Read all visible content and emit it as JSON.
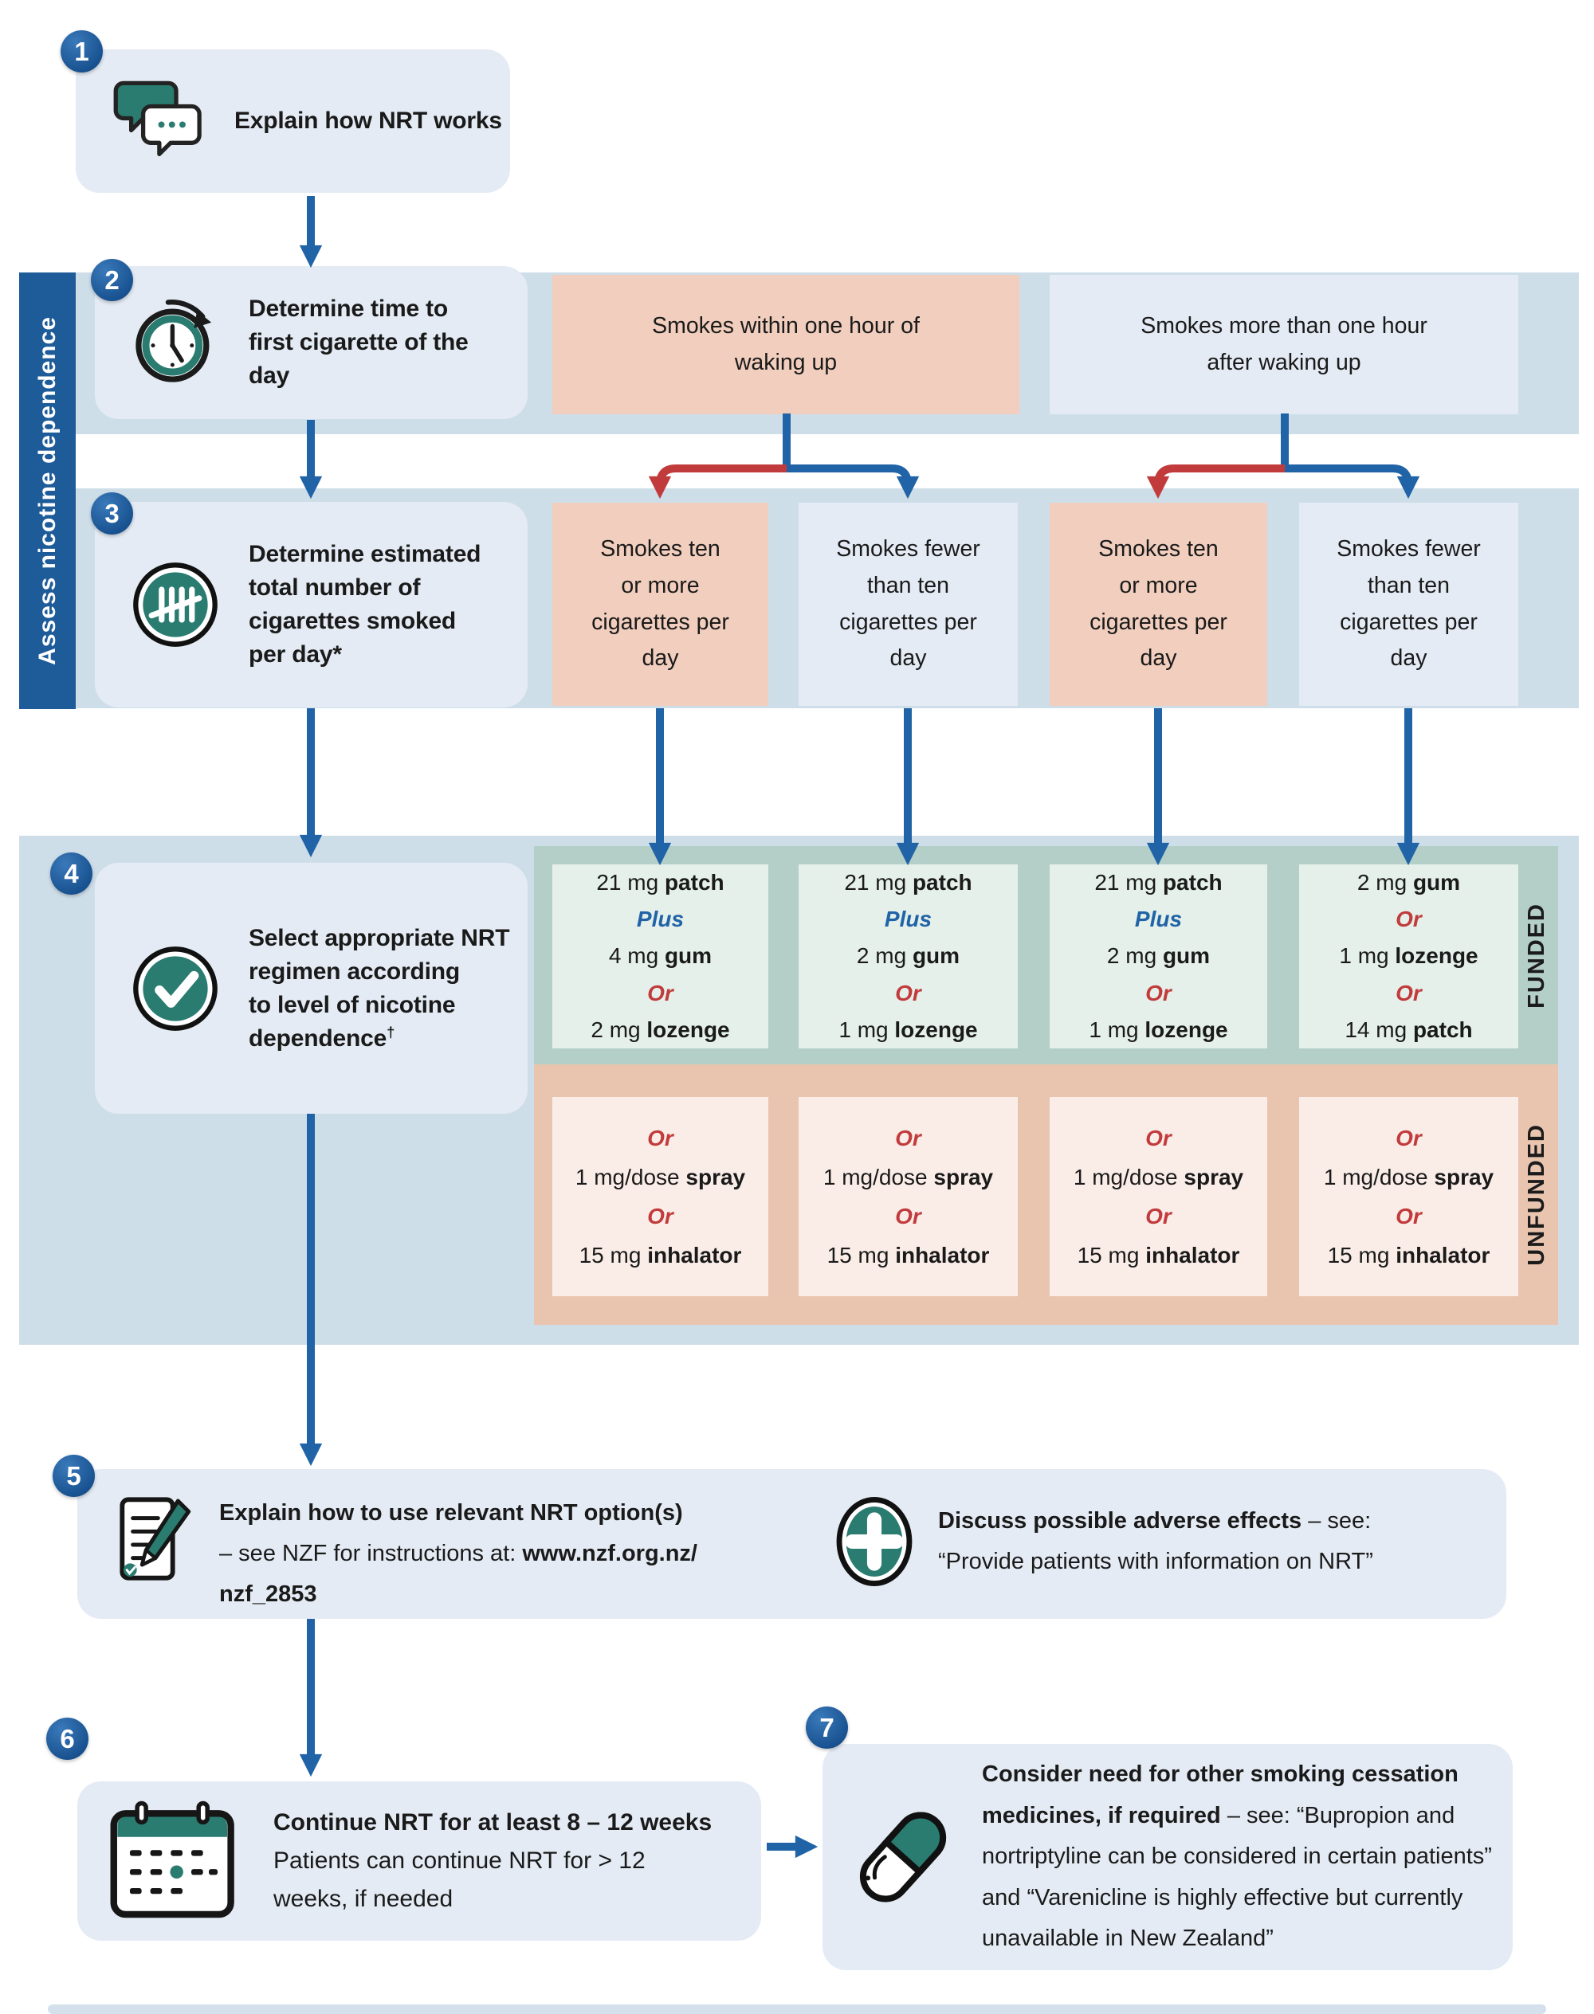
{
  "palette": {
    "blue": "#1E5C99",
    "arrow_blue": "#2063A6",
    "band_blue": "#CEDEE9",
    "box_blue": "#E4EBF4",
    "salmon": "#F1CEBD",
    "teal_band": "#B4CEC8",
    "funded_box": "#E5F0EB",
    "salmon_band": "#E9C5B0",
    "unfunded_box": "#FAEDE8",
    "red": "#C23B3C",
    "plus_blue": "#2063A6",
    "icon_teal": "#2A7C71"
  },
  "sidebar": {
    "label": "Assess nicotine dependence"
  },
  "badges": [
    "1",
    "2",
    "3",
    "4",
    "5",
    "6",
    "7"
  ],
  "step1": {
    "title": "Explain how NRT works"
  },
  "step2": {
    "title": "Determine time to\nfirst cigarette of the\nday"
  },
  "step3": {
    "title": "Determine estimated\ntotal number of\ncigarettes smoked\nper day*"
  },
  "step4": {
    "title": "Select appropriate NRT\nregimen according\nto level of nicotine\ndependence",
    "dagger": "†"
  },
  "branches": [
    {
      "text": "Smokes within one hour of\nwaking up"
    },
    {
      "text": "Smokes more than one hour\nafter waking up"
    }
  ],
  "levels": [
    {
      "text": "Smokes ten\nor more\ncigarettes per\nday"
    },
    {
      "text": "Smokes fewer\nthan ten\ncigarettes per\nday"
    },
    {
      "text": "Smokes ten\nor more\ncigarettes per\nday"
    },
    {
      "text": "Smokes fewer\nthan ten\ncigarettes per\nday"
    }
  ],
  "funded": {
    "label": "FUNDED",
    "columns": [
      {
        "lines": [
          [
            {
              "t": "21 mg ",
              "s": "n"
            },
            {
              "t": "patch",
              "s": "b"
            }
          ],
          [
            {
              "t": "Plus",
              "s": "plus"
            }
          ],
          [
            {
              "t": "4 mg ",
              "s": "n"
            },
            {
              "t": "gum",
              "s": "b"
            }
          ],
          [
            {
              "t": "Or",
              "s": "or"
            }
          ],
          [
            {
              "t": "2 mg ",
              "s": "n"
            },
            {
              "t": "lozenge",
              "s": "b"
            }
          ]
        ]
      },
      {
        "lines": [
          [
            {
              "t": "21 mg ",
              "s": "n"
            },
            {
              "t": "patch",
              "s": "b"
            }
          ],
          [
            {
              "t": "Plus",
              "s": "plus"
            }
          ],
          [
            {
              "t": "2 mg ",
              "s": "n"
            },
            {
              "t": "gum",
              "s": "b"
            }
          ],
          [
            {
              "t": "Or",
              "s": "or"
            }
          ],
          [
            {
              "t": "1 mg ",
              "s": "n"
            },
            {
              "t": "lozenge",
              "s": "b"
            }
          ]
        ]
      },
      {
        "lines": [
          [
            {
              "t": "21 mg ",
              "s": "n"
            },
            {
              "t": "patch",
              "s": "b"
            }
          ],
          [
            {
              "t": "Plus",
              "s": "plus"
            }
          ],
          [
            {
              "t": "2 mg ",
              "s": "n"
            },
            {
              "t": "gum",
              "s": "b"
            }
          ],
          [
            {
              "t": "Or",
              "s": "or"
            }
          ],
          [
            {
              "t": "1 mg ",
              "s": "n"
            },
            {
              "t": "lozenge",
              "s": "b"
            }
          ]
        ]
      },
      {
        "lines": [
          [
            {
              "t": "2 mg ",
              "s": "n"
            },
            {
              "t": "gum",
              "s": "b"
            }
          ],
          [
            {
              "t": "Or",
              "s": "or"
            }
          ],
          [
            {
              "t": "1 mg ",
              "s": "n"
            },
            {
              "t": "lozenge",
              "s": "b"
            }
          ],
          [
            {
              "t": "Or",
              "s": "or"
            }
          ],
          [
            {
              "t": "14 mg ",
              "s": "n"
            },
            {
              "t": "patch",
              "s": "b"
            }
          ]
        ]
      }
    ]
  },
  "unfunded": {
    "label": "UNFUNDED",
    "columns": [
      {
        "lines": [
          [
            {
              "t": "Or",
              "s": "or"
            }
          ],
          [
            {
              "t": "1 mg/dose ",
              "s": "n"
            },
            {
              "t": "spray",
              "s": "b"
            }
          ],
          [
            {
              "t": "Or",
              "s": "or"
            }
          ],
          [
            {
              "t": "15 mg ",
              "s": "n"
            },
            {
              "t": "inhalator",
              "s": "b"
            }
          ]
        ]
      },
      {
        "lines": [
          [
            {
              "t": "Or",
              "s": "or"
            }
          ],
          [
            {
              "t": "1 mg/dose ",
              "s": "n"
            },
            {
              "t": "spray",
              "s": "b"
            }
          ],
          [
            {
              "t": "Or",
              "s": "or"
            }
          ],
          [
            {
              "t": "15 mg ",
              "s": "n"
            },
            {
              "t": "inhalator",
              "s": "b"
            }
          ]
        ]
      },
      {
        "lines": [
          [
            {
              "t": "Or",
              "s": "or"
            }
          ],
          [
            {
              "t": "1 mg/dose ",
              "s": "n"
            },
            {
              "t": "spray",
              "s": "b"
            }
          ],
          [
            {
              "t": "Or",
              "s": "or"
            }
          ],
          [
            {
              "t": "15 mg ",
              "s": "n"
            },
            {
              "t": "inhalator",
              "s": "b"
            }
          ]
        ]
      },
      {
        "lines": [
          [
            {
              "t": "Or",
              "s": "or"
            }
          ],
          [
            {
              "t": "1 mg/dose ",
              "s": "n"
            },
            {
              "t": "spray",
              "s": "b"
            }
          ],
          [
            {
              "t": "Or",
              "s": "or"
            }
          ],
          [
            {
              "t": "15 mg ",
              "s": "n"
            },
            {
              "t": "inhalator",
              "s": "b"
            }
          ]
        ]
      }
    ]
  },
  "step5": {
    "left_lines": [
      [
        {
          "t": "Explain how to use relevant NRT option(s)",
          "s": "b"
        }
      ],
      [
        {
          "t": "– see NZF for instructions at: ",
          "s": "n"
        },
        {
          "t": "www.nzf.org.nz/",
          "s": "b"
        }
      ],
      [
        {
          "t": "nzf_2853",
          "s": "b"
        }
      ]
    ],
    "right_lines": [
      [
        {
          "t": "Discuss possible adverse effects",
          "s": "b"
        },
        {
          "t": " – see:",
          "s": "n"
        }
      ],
      [
        {
          "t": "“Provide patients with information on NRT”",
          "s": "n"
        }
      ]
    ]
  },
  "step6": {
    "lines": [
      [
        {
          "t": "Continue NRT for at least 8 – 12 weeks",
          "s": "b"
        }
      ],
      [
        {
          "t": "Patients can continue NRT for > 12 weeks, if needed",
          "s": "n"
        }
      ]
    ]
  },
  "step7": {
    "lines": [
      [
        {
          "t": "Consider need for other smoking cessation medicines, if required",
          "s": "b"
        },
        {
          "t": " – see: “Bupropion and nortriptyline can be considered in certain patients” and “Varenicline is highly effective but currently unavailable in New Zealand”",
          "s": "n"
        }
      ]
    ]
  }
}
